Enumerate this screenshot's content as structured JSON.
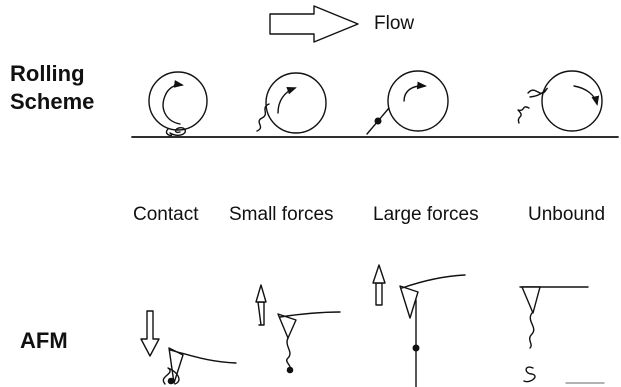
{
  "flow": {
    "label": "Flow"
  },
  "rolling_scheme": {
    "title_line1": "Rolling",
    "title_line2": "Scheme"
  },
  "states": [
    {
      "label": "Contact"
    },
    {
      "label": "Small forces"
    },
    {
      "label": "Large forces"
    },
    {
      "label": "Unbound"
    }
  ],
  "afm": {
    "title": "AFM"
  },
  "colors": {
    "ink": "#111111",
    "background": "#ffffff"
  }
}
